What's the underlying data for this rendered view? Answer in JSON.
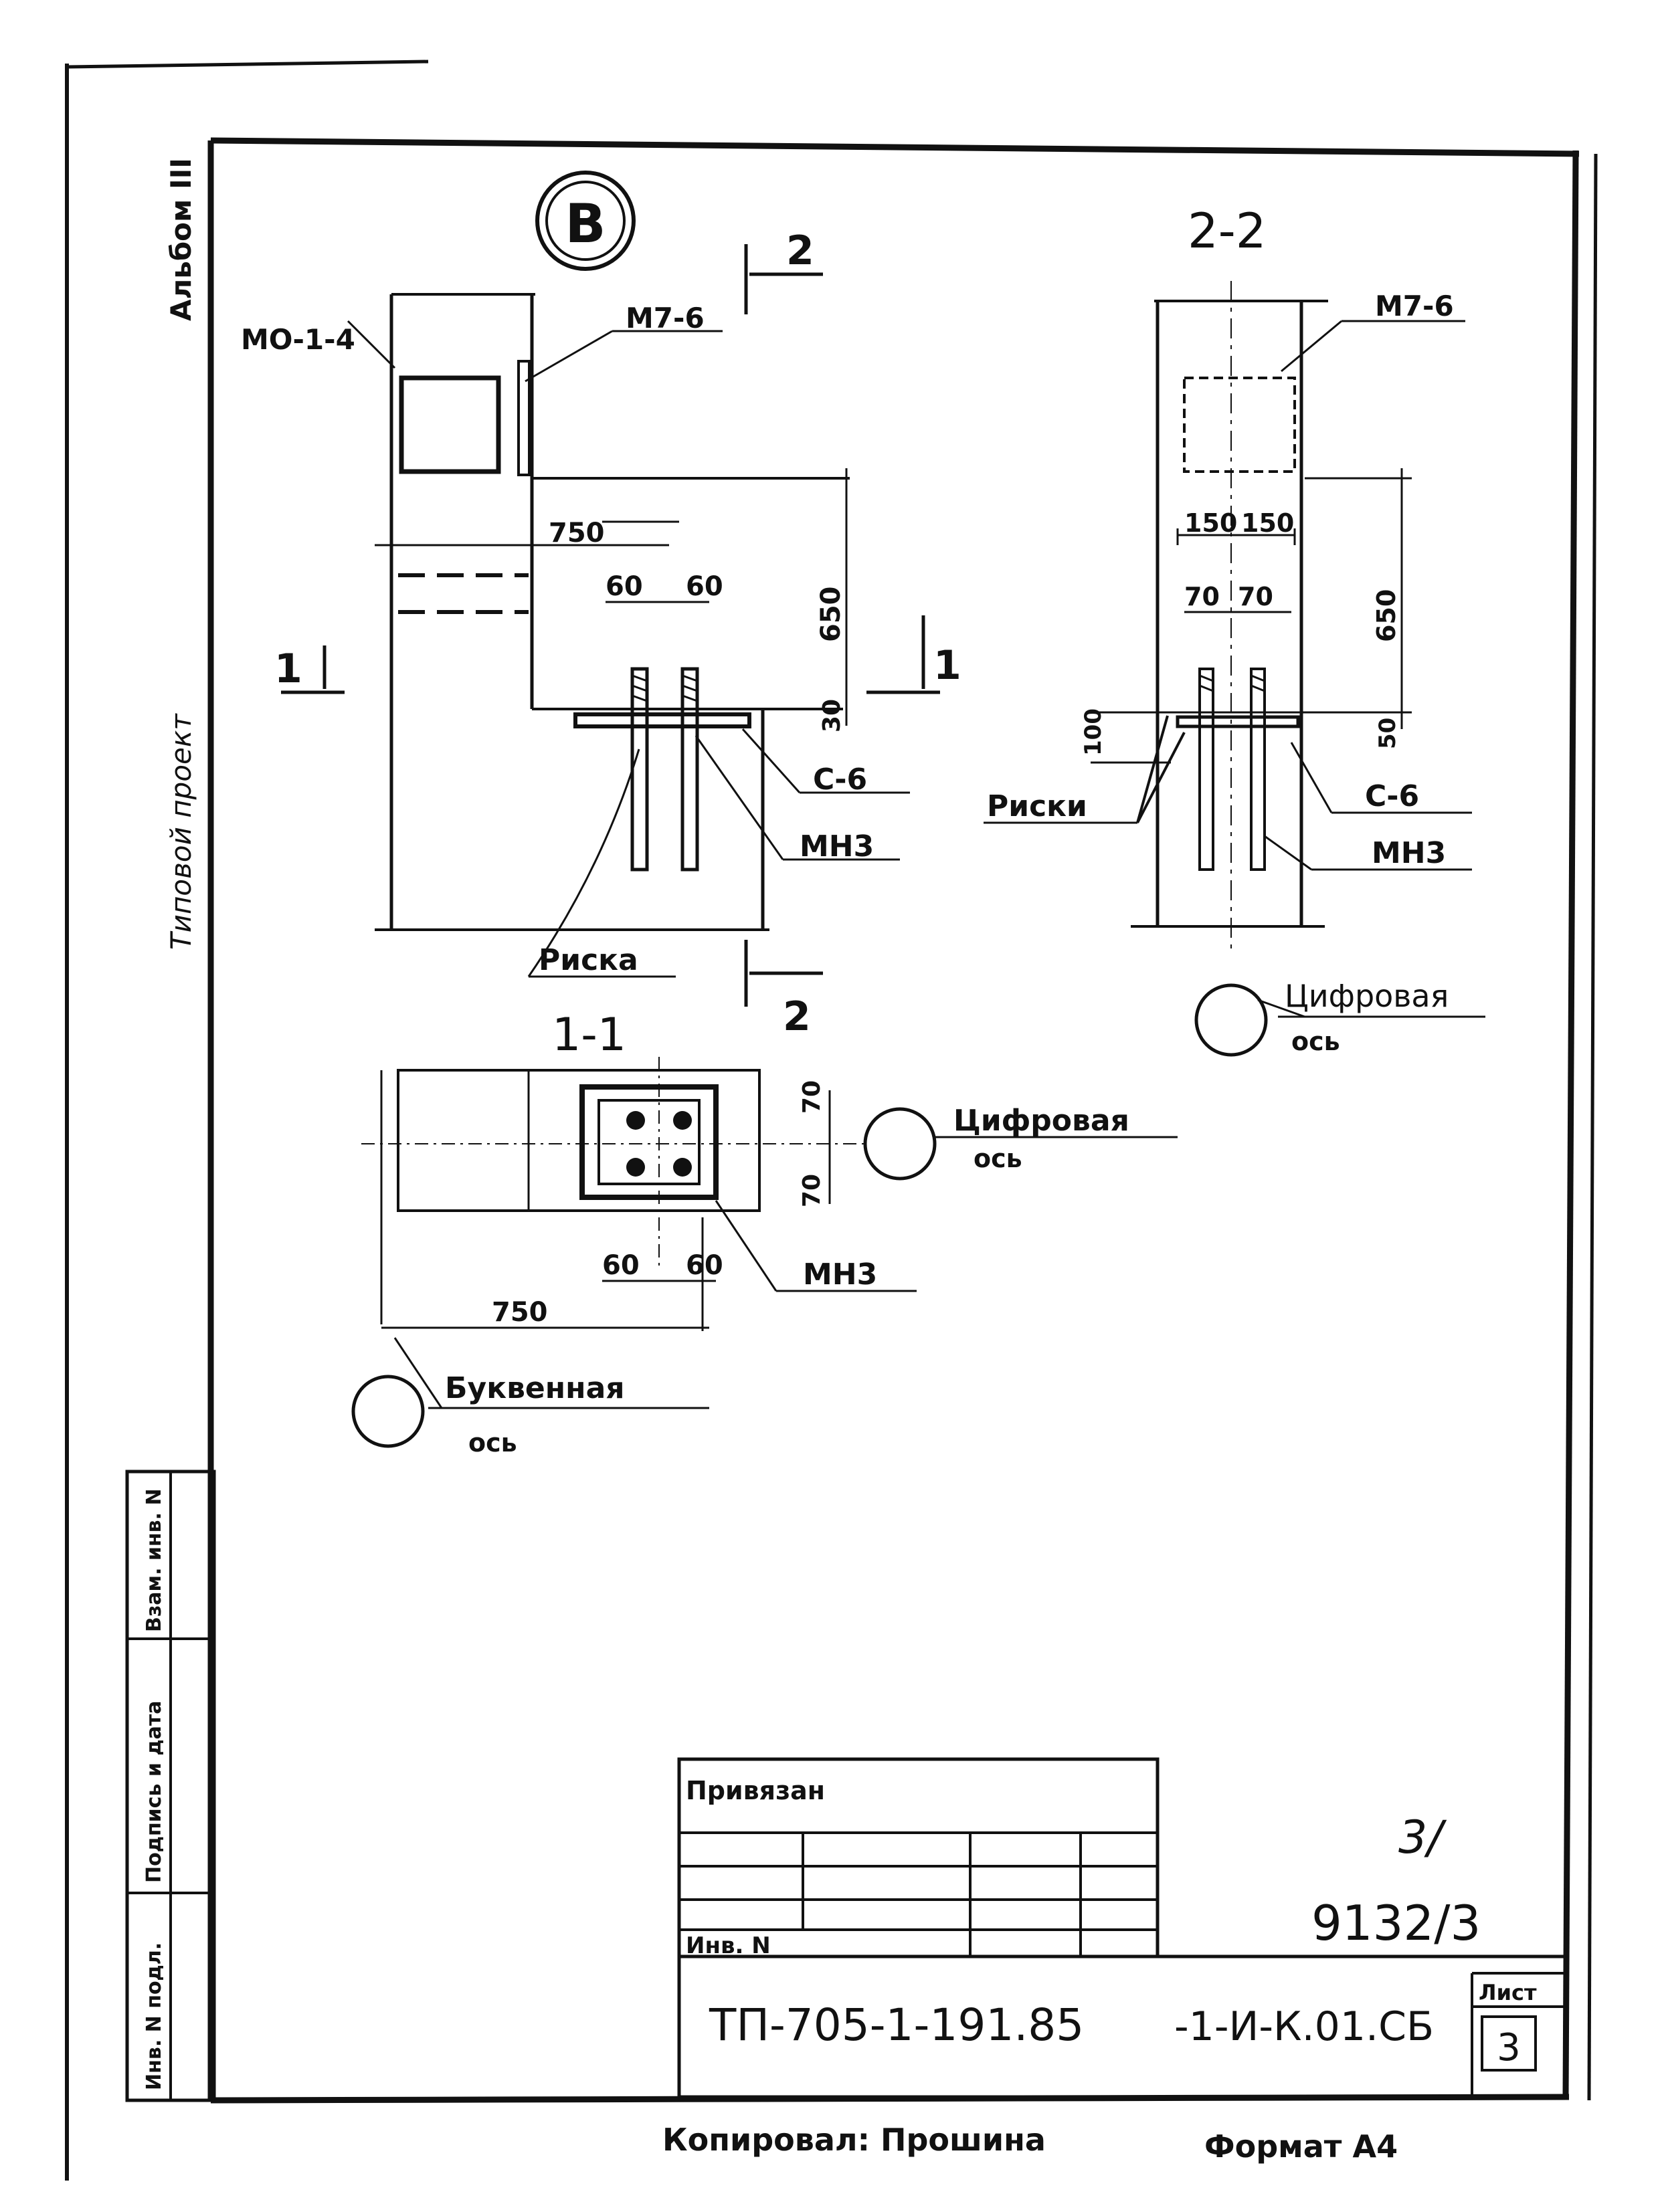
{
  "album_label": "Альбом III",
  "project_type": "Типовой проект",
  "axis_marker_top": "В",
  "section_2_2_title": "2-2",
  "section_1_1_title": "1-1",
  "cut_mark_number": "2",
  "cut_mark_left": "1",
  "labels": {
    "mo_1_4": "МО-1-4",
    "m7_6": "М7-6",
    "c6": "С-6",
    "mn3": "МН3",
    "riska": "Риска",
    "riski": "Риски",
    "digital_axis_word": "Цифровая",
    "letter_axis_word": "Буквенная",
    "axis_word": "ось"
  },
  "dims": {
    "d750": "750",
    "d60": "60",
    "d650": "650",
    "d30": "30",
    "d150": "150",
    "d70": "70",
    "d100": "100",
    "d50": "50"
  },
  "side_stamp": [
    "Инв. N подл.",
    "Подпись и дата",
    "Взам. инв. N"
  ],
  "stamp": {
    "privyazan": "Привязан",
    "inv_n": "Инв. N",
    "code_left": "ТП-705-1-191.85",
    "code_right": "-1-И-К.01.СБ",
    "sheet_label": "Лист",
    "sheet_no": "3"
  },
  "sheet_fraction_top": "3/",
  "sheet_fraction_bottom": "9132/3",
  "footer_copied": "Копировал: Прошина",
  "footer_format": "Формат А4"
}
